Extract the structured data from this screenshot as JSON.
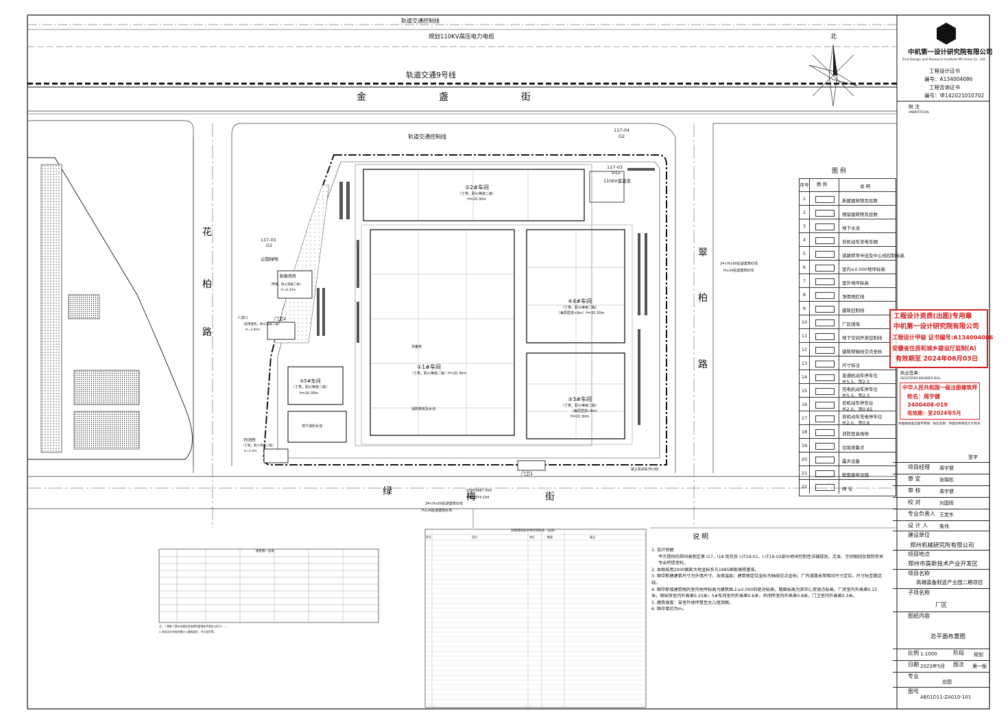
{
  "plan": {
    "top_road_title": "轨道交通控制线",
    "cable_label": "规划110KV高压电力电缆",
    "rail_line_label": "轨道交通9号线",
    "street_north": [
      "金",
      "盏",
      "街"
    ],
    "street_south": [
      "绿",
      "梅",
      "街"
    ],
    "street_west": [
      "花",
      "柏",
      "路"
    ],
    "street_east": [
      "翠",
      "柏",
      "路"
    ],
    "control_line_inner": "轨道交通控制线",
    "parcel_nw": "117-01",
    "parcel_nw_sub": "G1",
    "parcel_ne": "117-04",
    "parcel_ne_sub": "G2",
    "parcel_e": "117-03",
    "parcel_e_sub": "U12",
    "substation": "110kV金盏变",
    "park_green": "公园绿地",
    "gate_west": "门卫2",
    "gate_south": "门卫1",
    "setback_north": "24<H≤60后退建筑红线",
    "setback_north2": "H≤24后退建筑红线",
    "setback_south": "24<H≤60后退建筑红线",
    "setback_south2": "H≤24后退建筑红线",
    "coord_x": "X3855667.450",
    "coord_y": "Y452374.194",
    "entrance": "人流口",
    "vehicle_gate": "禁止机动车开口线",
    "buildings": [
      {
        "name": "②2#车间",
        "sub": "（丁类，耐火等级二级）",
        "h": "H=20.30m"
      },
      {
        "name": "④4#车间",
        "sub": "（丁类，耐火等级二级）",
        "sub2": "（每层层高>8m）H=20.30m"
      },
      {
        "name": "①1#车间",
        "sub": "（丁类，耐火等级二级）H=20.30m"
      },
      {
        "name": "③3#车间",
        "sub": "（丁类，耐火等级二级）",
        "sub2": "（每层层高>8m）",
        "h": "H=20.30m"
      },
      {
        "name": "⑤5#车间",
        "sub": "（丁类，耐火等级二级）",
        "h": "H=20.30m"
      },
      {
        "name": "配套用房",
        "sub": "（甲类，耐火等级二级）",
        "h": "H=6.33m"
      },
      {
        "name": "开闭所",
        "sub": "（丁类，耐火等级二级）",
        "h": "H=5.4m"
      },
      {
        "name": "（民用建筑，耐火等级二级）",
        "h": "H=3.90m"
      }
    ],
    "equipment": "设备房",
    "pump": "消防泵房及水池",
    "basement": "地下消防水池"
  },
  "north": {
    "label": "北"
  },
  "org": {
    "name": "中机第一设计研究院有限公司",
    "name_en": "First Design and Research Institute MI China Co., Ltd.",
    "cert_title": "工程设计证书",
    "cert_no": "编号：A134004086",
    "consult_title": "工程咨询证书",
    "consult_no": "编号：甲142021010702"
  },
  "annotation": {
    "label": "附  注",
    "en": "ANNOTATION"
  },
  "legend": {
    "title": "图    例",
    "head_no": "序号",
    "head_sym": "图    例",
    "head_desc": "说    明",
    "items": [
      {
        "no": "1",
        "desc": "新建建筑物及层数"
      },
      {
        "no": "2",
        "desc": "预留建筑物及层数"
      },
      {
        "no": "3",
        "desc": "地下水池"
      },
      {
        "no": "4",
        "desc": "非机动车充电车棚"
      },
      {
        "no": "5",
        "desc": "道路转弯半径及中心线控制标高"
      },
      {
        "no": "6",
        "desc": "室内±0.000地坪标高"
      },
      {
        "no": "7",
        "desc": "室外地坪标高"
      },
      {
        "no": "8",
        "desc": "净用地红线"
      },
      {
        "no": "9",
        "desc": "建筑控制线"
      },
      {
        "no": "10",
        "desc": "厂区围墙"
      },
      {
        "no": "11",
        "desc": "地下空间开发控制线"
      },
      {
        "no": "12",
        "desc": "建筑物轴线交点坐标"
      },
      {
        "no": "13",
        "desc": "尺寸标注"
      },
      {
        "no": "14",
        "desc": "普通机动车停车位",
        "desc2": "长5.5，宽2.5"
      },
      {
        "no": "15",
        "desc": "充电机动车停车位",
        "desc2": "长5.5，宽2.5"
      },
      {
        "no": "16",
        "desc": "非机动车停车位",
        "desc2": "长2.0，宽0.65"
      },
      {
        "no": "17",
        "desc": "非机动车充电停车位",
        "desc2": "长2.0，宽0.8"
      },
      {
        "no": "18",
        "desc": "消防登高场地"
      },
      {
        "no": "19",
        "desc": "垃圾收集点"
      },
      {
        "no": "20",
        "desc": "露天设备"
      },
      {
        "no": "21",
        "desc": "配套服务设施"
      },
      {
        "no": "22",
        "desc": "绿    化"
      }
    ]
  },
  "stamp1": {
    "l1": "工程设计资质(出图)专用章",
    "l2": "中机第一设计研究院有限公司",
    "l3": "工程设计甲级 证书编号:A134004086",
    "l4": "安徽省住房和城乡建设厅监制(A)",
    "l5": "有效期至 2024年06月03日"
  },
  "stamp2": {
    "l1": "中华人民共和国一级注册建筑师",
    "l2": "姓名：周宇健",
    "l3": "3400408-019",
    "l4": "有效期：至2024年5月"
  },
  "seal_label": {
    "cn": "执业签章",
    "en": "REGISTERED ENGINEER SEAL"
  },
  "title_block": {
    "note": "本图纸加盖出图专用章、执业签章、审图合格章后方才有效",
    "roles": [
      {
        "role": "项目经理",
        "name": "周宇健"
      },
      {
        "role": "审    定",
        "name": "张锦松"
      },
      {
        "role": "审    核",
        "name": "周宇健"
      },
      {
        "role": "校    对",
        "name": "刘国晖"
      },
      {
        "role": "专业负责人",
        "name": "王宏东"
      },
      {
        "role": "设 计 人",
        "name": "詹伟"
      }
    ],
    "sign_header": "签字",
    "client_label": "建设单位",
    "client": "郑州机械研究所有限公司",
    "site_label": "项目地点",
    "site": "郑州市高新技术产业开发区",
    "project_label": "项目名称",
    "project": "高端装备制造产业园二期项目",
    "sub_label": "子项名称",
    "sub": "厂区",
    "drawing_label": "图纸内容",
    "drawing": "总平面布置图",
    "scale_label": "比例",
    "scale": "1:1000",
    "stage_label": "阶段",
    "stage": "规划",
    "date_label": "日期",
    "date": "2023年5月",
    "version_label": "版次",
    "version": "第一版",
    "prof_label": "专业",
    "prof": "总图",
    "no_label": "图号",
    "no": "AB01D11-ZA010-101"
  },
  "notes": {
    "title": "说    明",
    "lines": [
      "1. 设计依据",
      "平方提供的郑州高新区第 I17、I18 街坊及 I-IT19-01、I-IT19-03部分地块控制性详细规划、文本、空间图则及我院有关专业所提资料。",
      "2. 本图采用2000国家大地坐标系与1985国家高程基准。",
      "3. 图中新建建筑尺寸为外墙尺寸，含保温层；建筑物定位坐标为轴线交点坐标；厂内道路采用相对尺寸定位，尺寸标至路边线。",
      "4. 图中新增建筑物的室内地坪标高为建筑图上±0.000的绝对标高，路面标高为其中心变坡点标高，厂房室内外高差0.15米，侧纵房室内外高差0.15米；5#车间室内外高差0.6米，开闭所室内外高差0.8米，门卫室内外高差0.3米。",
      "5. 建筑高度：自室外地坪算至女儿墙顶面。",
      "6. 图中单位为m。"
    ]
  },
  "table_left": {
    "title": "建筑物一览表",
    "footnote1": "注：1.根据《郑州市建设用地规划管理技术规定(试行)》……",
    "footnote2": "2.非机动车充电车棚计入建筑面积、不计容积率。"
  },
  "table_mid": {
    "title": "总图规划技术经济指标表（总表）",
    "head": [
      "序号",
      "项目",
      "单位",
      "数量",
      "备注"
    ]
  }
}
